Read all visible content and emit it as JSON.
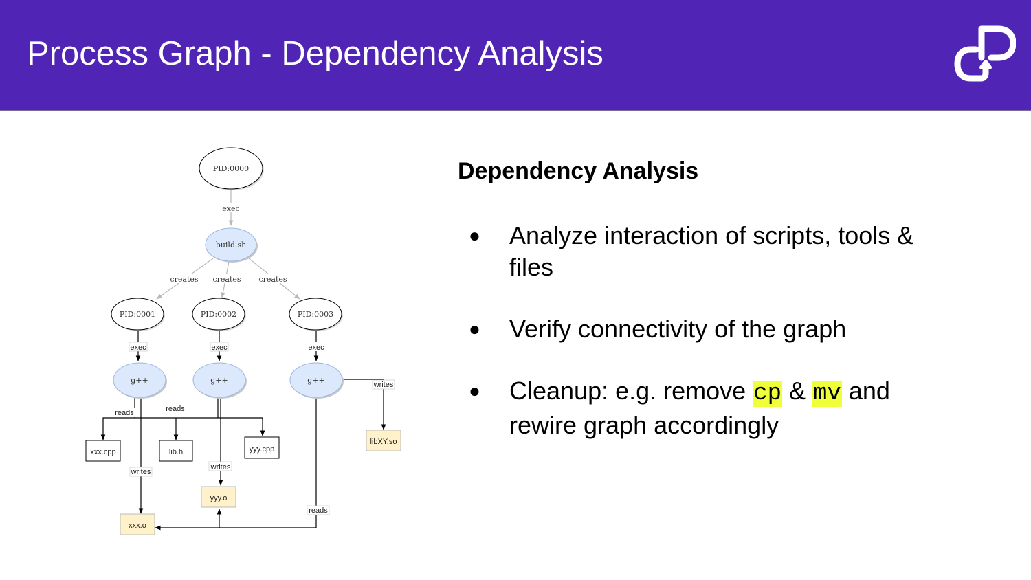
{
  "header": {
    "title": "Process Graph - Dependency Analysis",
    "logo_icon": "brand-logo-icon"
  },
  "colors": {
    "header_bg": "#5024b5",
    "process_fill": "#dce8fb",
    "file_fill": "#fff1c9",
    "highlight": "#efff3a"
  },
  "diagram": {
    "nodes": {
      "pid0000": "PID:0000",
      "build_sh": "build.sh",
      "pid0001": "PID:0001",
      "pid0002": "PID:0002",
      "pid0003": "PID:0003",
      "gpp1": "g++",
      "gpp2": "g++",
      "gpp3": "g++",
      "xxx_cpp": "xxx.cpp",
      "lib_h": "lib.h",
      "yyy_cpp": "yyy.cpp",
      "xxx_o": "xxx.o",
      "yyy_o": "yyy.o",
      "libxy_so": "libXY.so"
    },
    "edge_labels": {
      "exec0": "exec",
      "creates1": "creates",
      "creates2": "creates",
      "creates3": "creates",
      "exec1": "exec",
      "exec2": "exec",
      "exec3": "exec",
      "reads1": "reads",
      "reads2": "reads",
      "writes1": "writes",
      "writes2": "writes",
      "writes3": "writes",
      "reads3": "reads"
    }
  },
  "content": {
    "heading": "Dependency Analysis",
    "bullets": [
      {
        "text": "Analyze interaction of scripts, tools & files"
      },
      {
        "text": "Verify connectivity of the graph"
      },
      {
        "prefix": "Cleanup: e.g. remove ",
        "code1": "cp",
        "mid": " & ",
        "code2": "mv",
        "suffix": " and rewire graph accordingly"
      }
    ],
    "bullet_char": "●"
  }
}
